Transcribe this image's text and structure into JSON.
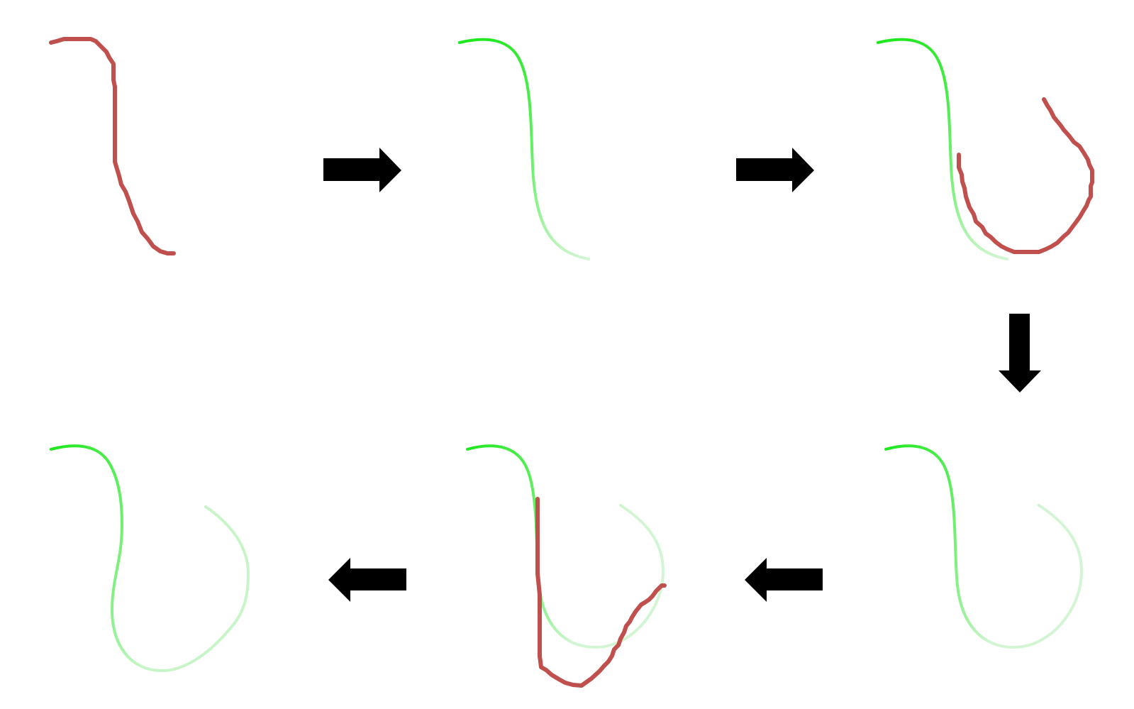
{
  "colors": {
    "raw_stroke": "#c0504d",
    "fitted_stroke_start": "#1fe81f",
    "fitted_stroke_end": "#d4f5d4",
    "fitted_stroke_mid": "#7ff07f",
    "arrow": "#000000",
    "background": "#ffffff"
  },
  "panels": [
    {
      "name": "panel-1",
      "content": "raw-stroke"
    },
    {
      "name": "panel-2",
      "content": "fitted-curve"
    },
    {
      "name": "panel-3",
      "content": "fitted-curve-with-new-raw-stroke"
    },
    {
      "name": "panel-4",
      "content": "fitted-curve-extended"
    },
    {
      "name": "panel-5",
      "content": "fitted-curve-with-overdraw-stroke"
    },
    {
      "name": "panel-6",
      "content": "fitted-curve-edited"
    }
  ],
  "arrows": [
    {
      "name": "arrow-right-1",
      "direction": "right"
    },
    {
      "name": "arrow-right-2",
      "direction": "right"
    },
    {
      "name": "arrow-down",
      "direction": "down"
    },
    {
      "name": "arrow-left-1",
      "direction": "left"
    },
    {
      "name": "arrow-left-2",
      "direction": "left"
    }
  ]
}
